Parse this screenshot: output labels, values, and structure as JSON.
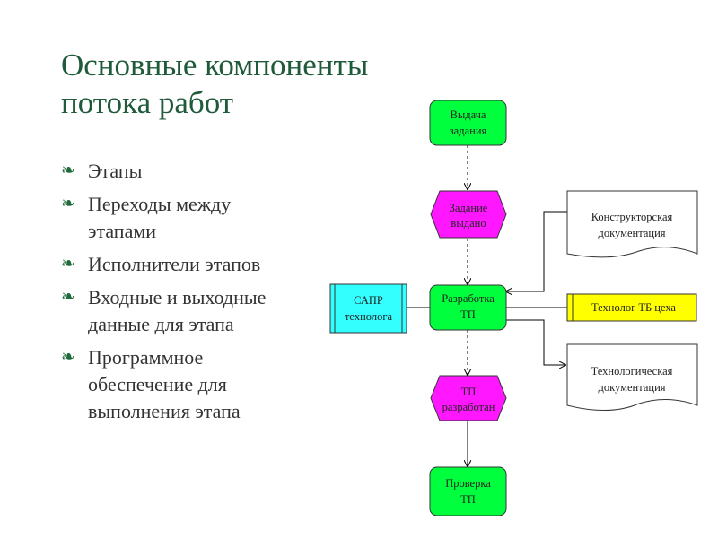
{
  "slide": {
    "title_line1": "Основные компоненты",
    "title_line2": "потока работ"
  },
  "bullets": [
    {
      "lines": [
        "Этапы"
      ]
    },
    {
      "lines": [
        "Переходы между",
        "этапами"
      ]
    },
    {
      "lines": [
        "Исполнители этапов"
      ]
    },
    {
      "lines": [
        "Входные и выходные",
        "данные для этапа"
      ]
    },
    {
      "lines": [
        "Программное",
        "обеспечение для",
        "выполнения этапа"
      ]
    }
  ],
  "bullet_marker": "❧",
  "diagram": {
    "functions": [
      {
        "line1": "Выдача",
        "line2": "задания"
      },
      {
        "line1": "Разработка",
        "line2": "ТП"
      },
      {
        "line1": "Проверка",
        "line2": "ТП"
      }
    ],
    "events": [
      {
        "line1": "Задание",
        "line2": "выдано"
      },
      {
        "line1": "ТП",
        "line2": "разработан"
      }
    ],
    "system": {
      "line1": "САПР",
      "line2": "технолога"
    },
    "role": {
      "label": "Технолог ТБ цеха"
    },
    "documents": [
      {
        "line1": "Конструкторская",
        "line2": "документация"
      },
      {
        "line1": "Технологическая",
        "line2": "документация"
      }
    ],
    "colors": {
      "function": "#00ff3c",
      "event": "#ff18ff",
      "system": "#33ffff",
      "role": "#ffff00",
      "title": "#1f5a3a"
    }
  }
}
